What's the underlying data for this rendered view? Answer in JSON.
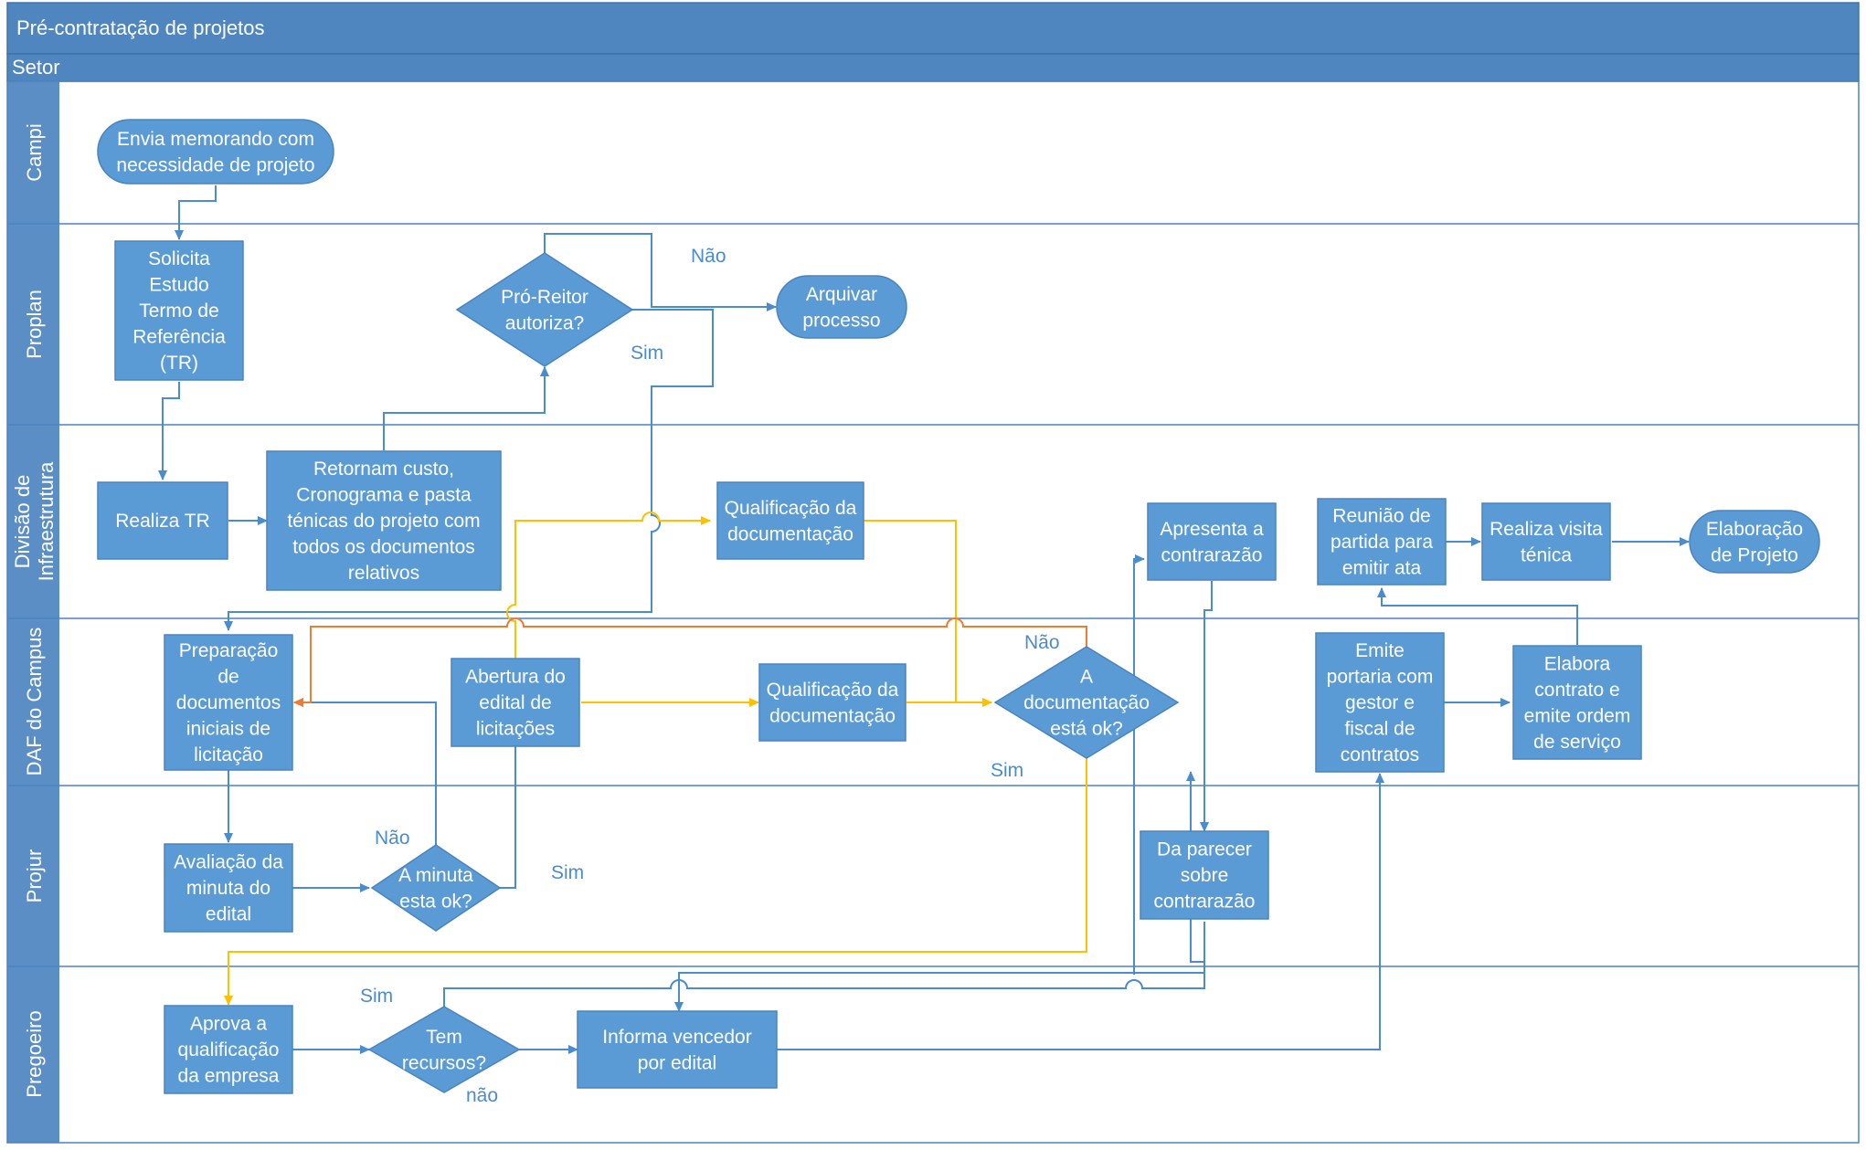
{
  "title": "Pré-contratação de projetos",
  "header_label": "Setor",
  "colors": {
    "shape_fill": "#5b9bd5",
    "shape_fill_dark": "#4a84bf",
    "lane_bg": "#5b8ec4",
    "blue_connector": "#4a8ccc",
    "yellow_connector": "#ffc000",
    "orange_connector": "#ed7d31"
  },
  "lanes": [
    {
      "id": "campi",
      "label": "Campi"
    },
    {
      "id": "proplan",
      "label": "Proplan"
    },
    {
      "id": "infra",
      "label": [
        "Divisão de",
        "Infraestrutura"
      ]
    },
    {
      "id": "daf",
      "label": "DAF do Campus"
    },
    {
      "id": "projur",
      "label": "Projur"
    },
    {
      "id": "pregoeiro",
      "label": "Pregoeiro"
    }
  ],
  "nodes": [
    {
      "id": "envia",
      "type": "terminal",
      "lines": [
        "Envia memorando com",
        "necessidade de projeto"
      ]
    },
    {
      "id": "solicita",
      "type": "process",
      "lines": [
        "Solicita",
        "Estudo",
        "Termo de",
        "Referência",
        "(TR)"
      ]
    },
    {
      "id": "proreitor",
      "type": "decision",
      "lines": [
        "Pró-Reitor",
        "autoriza?"
      ]
    },
    {
      "id": "arquivar",
      "type": "terminal",
      "lines": [
        "Arquivar",
        "processo"
      ]
    },
    {
      "id": "realizatr",
      "type": "process",
      "lines": [
        "Realiza TR"
      ]
    },
    {
      "id": "retornam",
      "type": "process",
      "lines": [
        "Retornam custo,",
        "Cronograma e pasta",
        "ténicas do projeto com",
        "todos os documentos",
        "relativos"
      ]
    },
    {
      "id": "qualif1",
      "type": "process",
      "lines": [
        "Qualificação da",
        "documentação"
      ]
    },
    {
      "id": "apresenta",
      "type": "process",
      "lines": [
        "Apresenta a",
        "contrarazão"
      ]
    },
    {
      "id": "reuniao",
      "type": "process",
      "lines": [
        "Reunião de",
        "partida para",
        "emitir ata"
      ]
    },
    {
      "id": "visita",
      "type": "process",
      "lines": [
        "Realiza visita",
        "ténica"
      ]
    },
    {
      "id": "elaboracao",
      "type": "terminal",
      "lines": [
        "Elaboração",
        "de Projeto"
      ]
    },
    {
      "id": "preparacao",
      "type": "process",
      "lines": [
        "Preparação",
        "de",
        "documentos",
        "iniciais de",
        "licitação"
      ]
    },
    {
      "id": "abertura",
      "type": "process",
      "lines": [
        "Abertura do",
        "edital de",
        "licitações"
      ]
    },
    {
      "id": "qualif2",
      "type": "process",
      "lines": [
        "Qualificação da",
        "documentação"
      ]
    },
    {
      "id": "docok",
      "type": "decision",
      "lines": [
        "A",
        "documentação",
        "está ok?"
      ]
    },
    {
      "id": "emite",
      "type": "process",
      "lines": [
        "Emite",
        "portaria com",
        "gestor e",
        "fiscal de",
        "contratos"
      ]
    },
    {
      "id": "elabora",
      "type": "process",
      "lines": [
        "Elabora",
        "contrato e",
        "emite ordem",
        "de serviço"
      ]
    },
    {
      "id": "avaliacao",
      "type": "process",
      "lines": [
        "Avaliação da",
        "minuta do",
        "edital"
      ]
    },
    {
      "id": "minutaok",
      "type": "decision",
      "lines": [
        "A minuta",
        "esta ok?"
      ]
    },
    {
      "id": "daparecer",
      "type": "process",
      "lines": [
        "Da parecer",
        "sobre",
        "contrarazão"
      ]
    },
    {
      "id": "aprova",
      "type": "process",
      "lines": [
        "Aprova a",
        "qualificação",
        "da empresa"
      ]
    },
    {
      "id": "temrecursos",
      "type": "decision",
      "lines": [
        "Tem",
        "recursos?"
      ]
    },
    {
      "id": "informa",
      "type": "process",
      "lines": [
        "Informa vencedor",
        "por edital"
      ]
    }
  ],
  "edge_labels": [
    {
      "id": "nao-proreitor",
      "text": "Não"
    },
    {
      "id": "sim-proreitor",
      "text": "Sim"
    },
    {
      "id": "nao-docok",
      "text": "Não"
    },
    {
      "id": "sim-docok",
      "text": "Sim"
    },
    {
      "id": "nao-minuta",
      "text": "Não"
    },
    {
      "id": "sim-minuta",
      "text": "Sim"
    },
    {
      "id": "sim-recursos",
      "text": "Sim"
    },
    {
      "id": "nao-recursos",
      "text": "não"
    }
  ]
}
